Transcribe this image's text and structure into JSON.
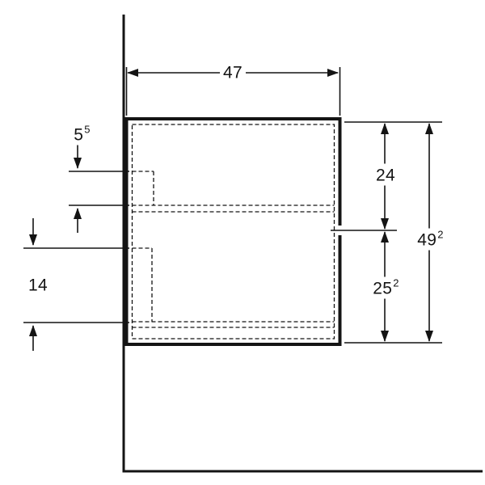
{
  "colors": {
    "line": "#141414",
    "background": "#ffffff"
  },
  "labels": {
    "width": {
      "value": "47",
      "sup": ""
    },
    "top_inset": {
      "value": "5",
      "sup": "5"
    },
    "upper_height": {
      "value": "24",
      "sup": ""
    },
    "lower_height": {
      "value": "25",
      "sup": "2"
    },
    "total_height": {
      "value": "49",
      "sup": "2"
    },
    "left_inset": {
      "value": "14",
      "sup": ""
    }
  }
}
